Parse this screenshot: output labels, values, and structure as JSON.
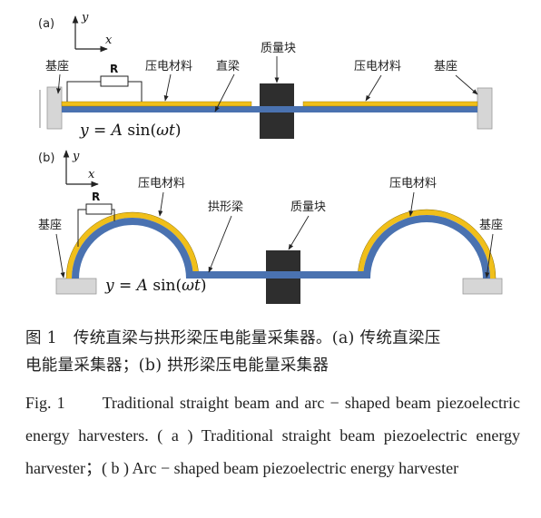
{
  "panel_a": {
    "tag": "(a)",
    "axis_y": "y",
    "axis_x": "x",
    "resistor": "R",
    "labels": {
      "base_left": "基座",
      "piezo_left": "压电材料",
      "straight_beam": "直梁",
      "mass": "质量块",
      "piezo_right": "压电材料",
      "base_right": "基座"
    },
    "equation": {
      "lhs": "y",
      "amp": "A",
      "fn": "sin(",
      "arg": "ωt",
      "close": ")"
    }
  },
  "panel_b": {
    "tag": "(b)",
    "axis_y": "y",
    "axis_x": "x",
    "resistor": "R",
    "labels": {
      "piezo_left": "压电材料",
      "arch_beam": "拱形梁",
      "mass": "质量块",
      "piezo_right": "压电材料",
      "base_left": "基座",
      "base_right": "基座"
    },
    "equation": {
      "lhs": "y",
      "amp": "A",
      "fn": "sin(",
      "arg": "ωt",
      "close": ")"
    }
  },
  "colors": {
    "beam": "#4a72b0",
    "piezo": "#f0bf1a",
    "mass": "#2e2e2e",
    "base": "#d6d6d6"
  },
  "caption": {
    "cn_line1": "图 1　传统直梁与拱形梁压电能量采集器。(a) 传统直梁压",
    "cn_line2": "电能量采集器；(b) 拱形梁压电能量采集器",
    "en": "Fig. 1　　Traditional straight beam and arc − shaped beam piezoelectric energy harvesters. ( a ) Traditional straight beam piezoelectric energy harvester；( b ) Arc − shaped beam piezoelectric energy harvester"
  }
}
